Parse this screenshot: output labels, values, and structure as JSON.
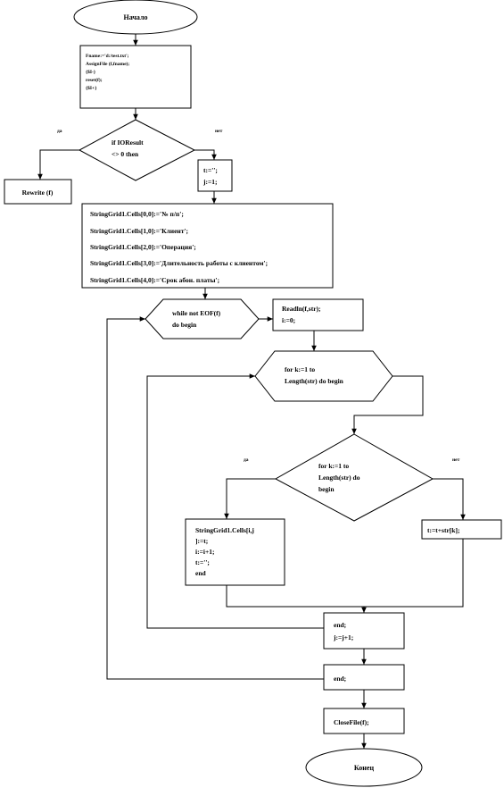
{
  "flowchart": {
    "start": "Начало",
    "init_block": [
      "Fname:='d:/test.txt';",
      "AssignFile (f,fname);",
      "{$I-}",
      "reset(f);",
      "{$I+}"
    ],
    "check_io": [
      "if IOResult",
      "<> 0 then"
    ],
    "label_yes_1": "да",
    "label_no_1": "нет",
    "rewrite": "Rewrite (f)",
    "init_vars": [
      "t:='';",
      "j:=1;"
    ],
    "grid_headers": [
      "StringGrid1.Cells[0,0]:='№ п/п';",
      "StringGrid1.Cells[1,0]:='Клиент';",
      "StringGrid1.Cells[2,0]:='Операция';",
      "StringGrid1.Cells[3,0]:='Длительность работы с клиентом';",
      "StringGrid1.Cells[4,0]:='Срок абон. платы';"
    ],
    "while_loop": [
      "while not EOF(f)",
      "do begin"
    ],
    "readln_block": [
      "Readln(f,str);",
      "i:=0;"
    ],
    "for_loop_1": [
      "for k:=1 to",
      "Length(str) do begin"
    ],
    "for_loop_2": [
      "for      k:=1      to",
      "Length(str)      do",
      "begin"
    ],
    "label_yes_2": "да",
    "label_no_2": "нет",
    "assign_cell": [
      "StringGrid1.Cells[i,j",
      "]:=t;",
      "i:=i+1;",
      "t:='';",
      "end"
    ],
    "concat": "t:=t+str[k];",
    "end_inc": [
      "end;",
      "j:=j+1;"
    ],
    "end_while": "end;",
    "close": "CloseFile(f);",
    "finish": "Конец"
  }
}
